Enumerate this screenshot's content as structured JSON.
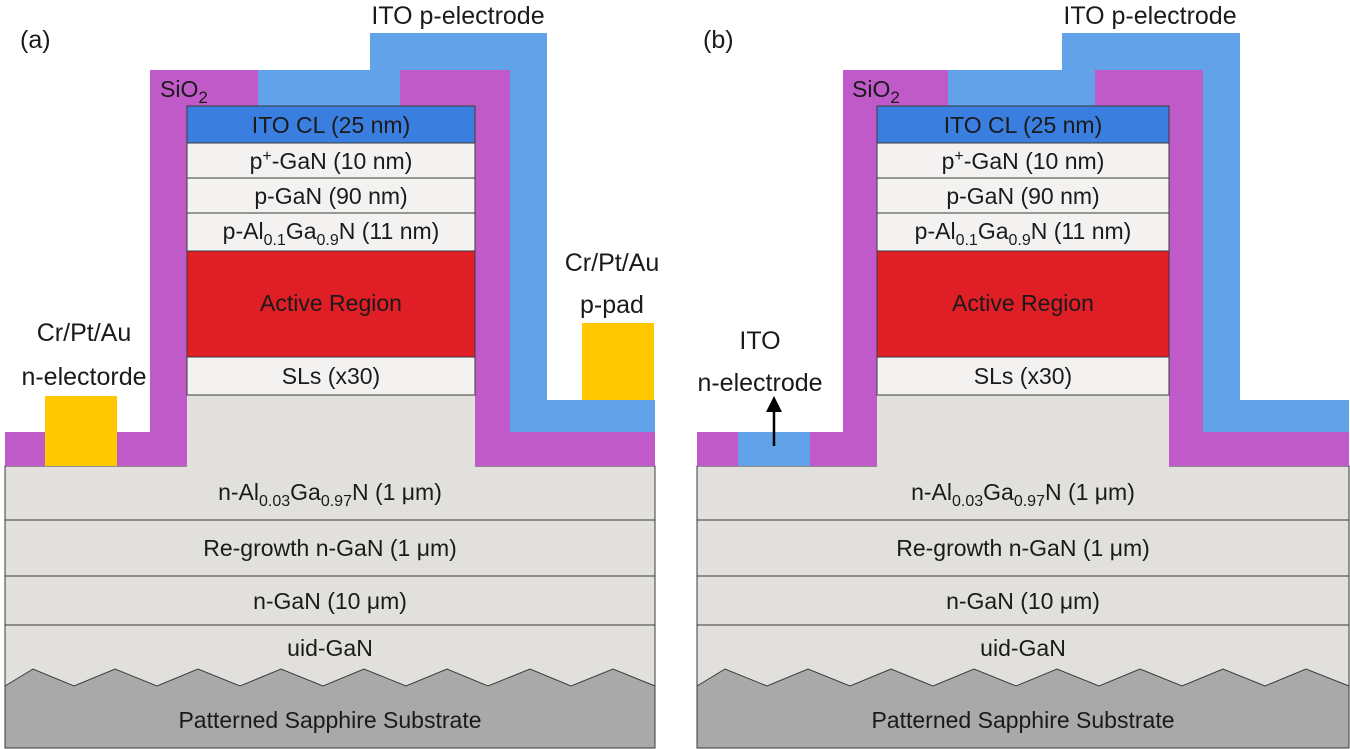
{
  "colors": {
    "sio2": "#c05ac8",
    "ito": "#62a2e8",
    "ito_cl": "#3a7fe0",
    "active": "#e01e25",
    "metal_pad": "#ffc800",
    "layer_light": "#f3f2f0",
    "layer_gray": "#e1e0dc",
    "sapphire": "#a9a9a9",
    "outline": "#3a3a3a"
  },
  "panels": [
    {
      "tag": "(a)",
      "sio2": {
        "main": "SiO",
        "sub": "2"
      },
      "p_electrode": "ITO p-electrode",
      "n_contact": {
        "line1": "Cr/Pt/Au",
        "line2": "n-electorde"
      },
      "p_pad": {
        "line1": "Cr/Pt/Au",
        "line2": "p-pad"
      }
    },
    {
      "tag": "(b)",
      "sio2": {
        "main": "SiO",
        "sub": "2"
      },
      "p_electrode": "ITO p-electrode",
      "n_contact": {
        "line1": "ITO",
        "line2": "n-electrode"
      }
    }
  ],
  "mesa_layers": {
    "ito_cl": "ITO CL (25 nm)",
    "p_plus_gan": {
      "pre": "p",
      "sup": "+",
      "post": "-GaN (10 nm)"
    },
    "p_gan": "p-GaN (90 nm)",
    "p_algan": {
      "p1": "p-Al",
      "s1": "0.1",
      "p2": "Ga",
      "s2": "0.9",
      "p3": "N (11 nm)"
    },
    "active": "Active Region",
    "sls": "SLs (x30)"
  },
  "base_layers": {
    "n_algan": {
      "p1": "n-Al",
      "s1": "0.03",
      "p2": "Ga",
      "s2": "0.97",
      "p3": "N (1 μm)"
    },
    "regrowth": "Re-growth  n-GaN (1 μm)",
    "n_gan": "n-GaN (10 μm)",
    "uid_gan": "uid-GaN",
    "sapphire": "Patterned Sapphire Substrate"
  }
}
